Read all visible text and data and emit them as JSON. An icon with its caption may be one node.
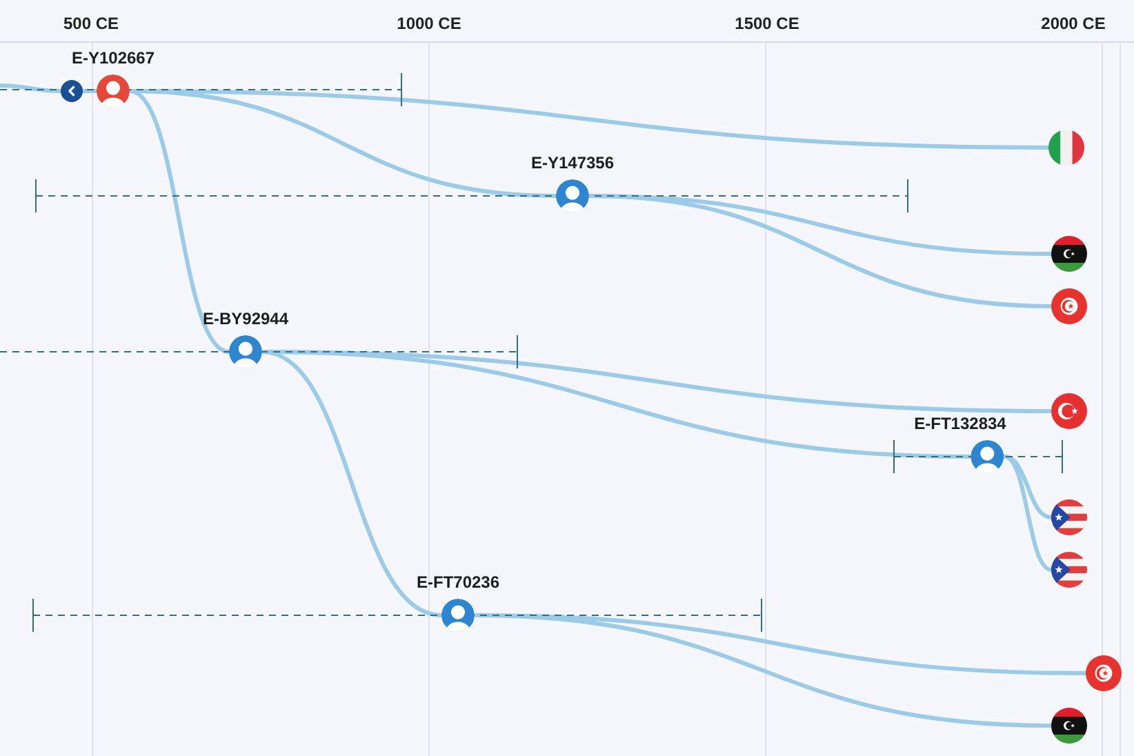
{
  "diagram": {
    "nodes": [
      {
        "text": [],
        "shape": "circle"
      },
      {
        "text": [
          "E-Y102667"
        ]
      },
      {
        "text": [],
        "shape": "flag"
      },
      {
        "text": [
          "E-Y147356"
        ]
      },
      {
        "text": [],
        "shape": "flag"
      },
      {
        "text": [],
        "shape": "flag"
      },
      {
        "text": [
          "E-BY92944"
        ]
      },
      {
        "text": [],
        "shape": "flag"
      },
      {
        "text": [
          "E-FT132834"
        ]
      },
      {
        "text": [],
        "shape": "flag"
      },
      {
        "text": [],
        "shape": "flag"
      },
      {
        "text": [
          "E-FT70236"
        ]
      },
      {
        "text": [],
        "shape": "flag"
      },
      {
        "text": [],
        "shape": "flag"
      }
    ],
    "edges": [
      {
        "from": null,
        "to": 0,
        "arrow": "none"
      },
      {
        "from": 0,
        "to": 1,
        "arrow": "none"
      },
      {
        "from": 1,
        "to": 2,
        "arrow": "none"
      },
      {
        "from": 1,
        "to": 3,
        "arrow": "none"
      },
      {
        "from": 1,
        "to": 6,
        "arrow": "none"
      },
      {
        "from": 3,
        "to": 4,
        "arrow": "none"
      },
      {
        "from": 3,
        "to": 5,
        "arrow": "none"
      },
      {
        "from": 6,
        "to": 7,
        "arrow": "none"
      },
      {
        "from": 6,
        "to": 8,
        "arrow": "none"
      },
      {
        "from": 6,
        "to": 11,
        "arrow": "none"
      },
      {
        "from": 8,
        "to": 9,
        "arrow": "none"
      },
      {
        "from": 8,
        "to": 10,
        "arrow": "none"
      },
      {
        "from": 11,
        "to": 12,
        "arrow": "none"
      },
      {
        "from": 11,
        "to": 13,
        "arrow": "none"
      }
    ],
    "labels": [
      "500 CE",
      "1000 CE",
      "1500 CE",
      "2000 CE"
    ]
  }
}
